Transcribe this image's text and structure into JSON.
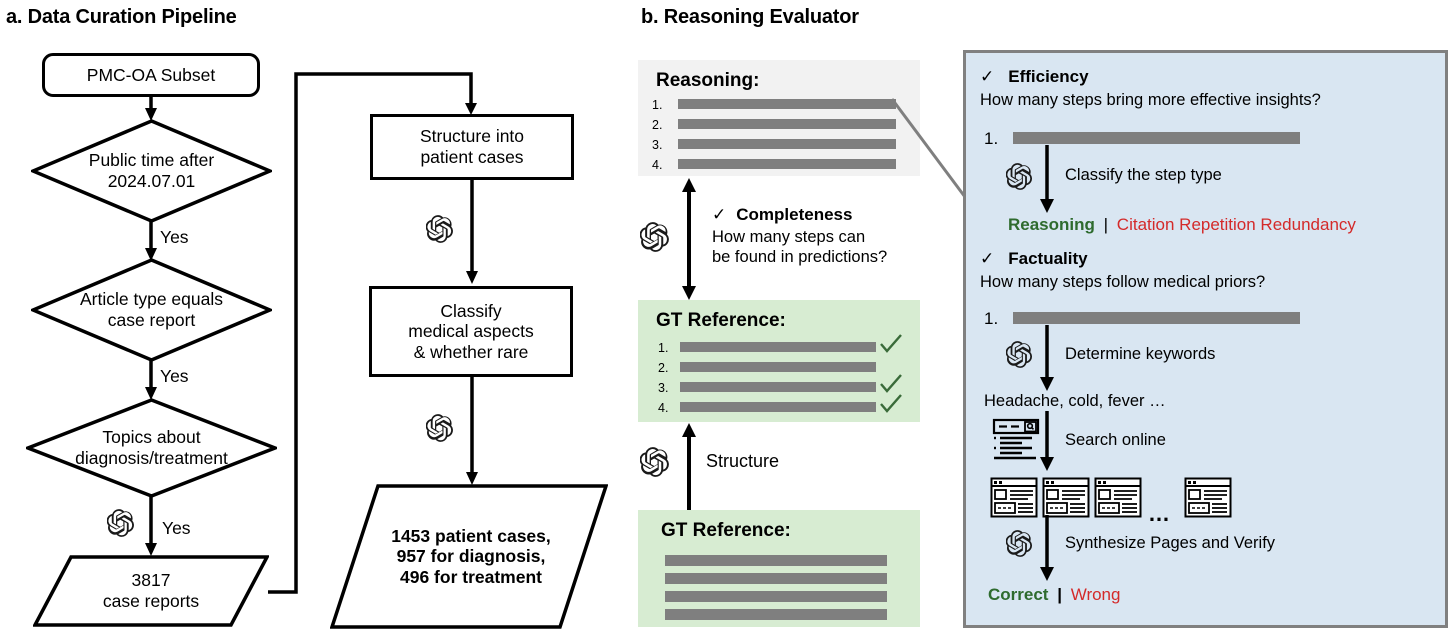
{
  "panels": {
    "a": {
      "title": "a. Data Curation Pipeline"
    },
    "b": {
      "title": "b. Reasoning Evaluator"
    }
  },
  "pipeline": {
    "source_box": {
      "label": "PMC-OA Subset"
    },
    "decisions": [
      {
        "line1": "Public time after",
        "line2": "2024.07.01",
        "branch_label": "Yes"
      },
      {
        "line1": "Article type equals",
        "line2": "case report",
        "branch_label": "Yes"
      },
      {
        "line1": "Topics about",
        "line2": "diagnosis/treatment",
        "branch_label": "Yes"
      }
    ],
    "filtered_output": {
      "line1": "3817",
      "line2": "case reports"
    },
    "process_boxes": [
      {
        "line1": "Structure into",
        "line2": "patient cases"
      },
      {
        "line1": "Classify",
        "line2": "medical aspects",
        "line3": "& whether rare"
      }
    ],
    "final_output": {
      "line1": "1453 patient cases,",
      "line2": "957 for diagnosis,",
      "line3": "496 for treatment"
    }
  },
  "evaluator": {
    "reasoning_block": {
      "title": "Reasoning:",
      "items": [
        "1.",
        "2.",
        "3.",
        "4."
      ],
      "bg_color": "#f2f2f2"
    },
    "completeness": {
      "check": "✓",
      "heading": "Completeness",
      "question_line1": "How many steps can",
      "question_line2": "be found in predictions?"
    },
    "gt_structured_block": {
      "title": "GT Reference:",
      "items": [
        "1.",
        "2.",
        "3.",
        "4."
      ],
      "checks": [
        true,
        false,
        true,
        true
      ],
      "bg_color": "#d7ecd2"
    },
    "structure_arrow": {
      "label": "Structure"
    },
    "gt_raw_block": {
      "title": "GT Reference:",
      "line_count": 4,
      "bg_color": "#d7ecd2"
    }
  },
  "criteria_panel": {
    "bg_color": "#d9e6f2",
    "border_color": "#808080",
    "efficiency": {
      "check": "✓",
      "heading": "Efficiency",
      "question": "How many steps bring more effective insights?",
      "step_number": "1.",
      "arrow_label": "Classify the step type",
      "outcome_good": "Reasoning",
      "outcome_sep": "|",
      "outcome_bad": "Citation Repetition Redundancy"
    },
    "factuality": {
      "check": "✓",
      "heading": "Factuality",
      "question": "How many steps follow medical priors?",
      "step_number": "1.",
      "arrow_label_1": "Determine keywords",
      "keywords": "Headache, cold, fever …",
      "arrow_label_2": "Search online",
      "pages_ellipsis": "…",
      "arrow_label_3": "Synthesize Pages and Verify",
      "outcome_good": "Correct",
      "outcome_sep": "|",
      "outcome_bad": "Wrong"
    }
  },
  "colors": {
    "bar_gray": "#7f7f7f",
    "green_text": "#2e6b2e",
    "red_text": "#d42a2a",
    "blue_bg": "#d9e6f2",
    "green_bg": "#d7ecd2",
    "gray_bg": "#f2f2f2"
  },
  "icons": {
    "openai": "openai-logo-icon",
    "search": "search-page-icon",
    "webpage": "webpage-icon",
    "check": "check-icon"
  }
}
